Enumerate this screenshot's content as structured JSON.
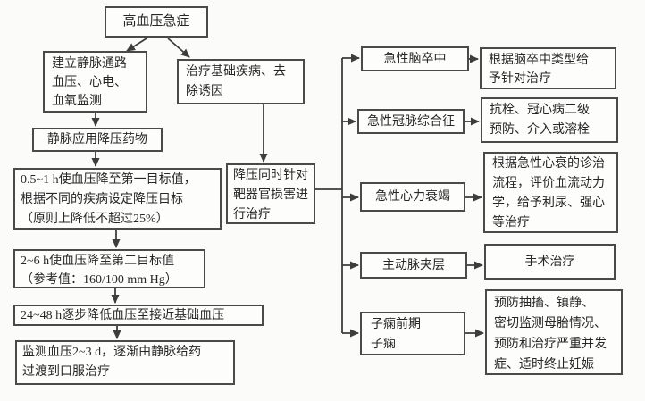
{
  "diagram": {
    "palette": {
      "background": "#fbfbfa",
      "box_border": "#4a4a4a",
      "text": "#272727",
      "line": "#3d3d3d"
    },
    "nodes": {
      "root": {
        "label": "高血压急症"
      },
      "iv_access": {
        "label": "建立静脉通路\n血压、心电、\n血氧监测"
      },
      "treat_underlying": {
        "label": "治疗基础疾病、去\n除诱因"
      },
      "iv_drugs": {
        "label": "静脉应用降压药物"
      },
      "first_target": {
        "label": "0.5~1 h使血压降至第一目标值，\n根据不同的疾病设定降压目标\n（原则上降低不超过25%）"
      },
      "second_target": {
        "label": "2~6 h使血压降至第二目标值\n（参考值：160/100 mm Hg）"
      },
      "stepdown_24_48h": {
        "label": "24~48 h逐步降低血压至接近基础血压"
      },
      "monitor": {
        "label": "监测血压2~3 d，逐渐由静脉给药\n过渡到口服治疗"
      },
      "organ_damage": {
        "label": "降压同时针对\n靶器官损害进\n行治疗"
      },
      "stroke": {
        "label": "急性脑卒中"
      },
      "stroke_tx": {
        "label": "根据脑卒中类型给\n予针对治疗"
      },
      "acs": {
        "label": "急性冠脉综合征"
      },
      "acs_tx": {
        "label": "抗栓、冠心病二级\n预防、介入或溶栓"
      },
      "ahf": {
        "label": "急性心力衰竭"
      },
      "ahf_tx": {
        "label": "根据急性心衰的诊治\n流程，评价血流动力\n学，给予利尿、强心\n等治疗"
      },
      "aortic_dissection": {
        "label": "主动脉夹层"
      },
      "aortic_tx": {
        "label": "手术治疗"
      },
      "eclampsia": {
        "label": "子痫前期\n子痫"
      },
      "eclampsia_tx": {
        "label": "预防抽搐、镇静、\n密切监测母胎情况、\n预防和治疗严重并发\n症、适时终止妊娠"
      }
    },
    "edges": [
      {
        "from": "root",
        "to": "iv_access",
        "points": [
          164,
          43,
          142,
          57
        ],
        "arrow": true
      },
      {
        "from": "root",
        "to": "treat_underlying",
        "points": [
          188,
          43,
          212,
          64
        ],
        "arrow": true
      },
      {
        "from": "iv_access",
        "to": "iv_drugs",
        "points": [
          107,
          126,
          107,
          141
        ],
        "arrow": true
      },
      {
        "from": "iv_drugs",
        "to": "first_target",
        "points": [
          107,
          170,
          107,
          186
        ],
        "arrow": true
      },
      {
        "from": "first_target",
        "to": "second_target",
        "points": [
          130,
          257,
          130,
          277
        ],
        "arrow": true
      },
      {
        "from": "second_target",
        "to": "stepdown_24_48h",
        "points": [
          129,
          323,
          129,
          339
        ],
        "arrow": true
      },
      {
        "from": "stepdown_24_48h",
        "to": "monitor",
        "points": [
          131,
          365,
          131,
          379
        ],
        "arrow": true
      },
      {
        "from": "treat_underlying",
        "to": "organ_damage",
        "points": [
          295,
          117,
          295,
          181
        ],
        "arrow": true
      },
      {
        "from": "organ_damage",
        "to": "trunk",
        "points": [
          353,
          212,
          383,
          212
        ],
        "arrow": false
      },
      {
        "from": "trunk",
        "to": "trunk",
        "points": [
          383,
          65,
          383,
          373
        ],
        "arrow": false
      },
      {
        "from": "trunk",
        "to": "stroke",
        "points": [
          383,
          65,
          402,
          65
        ],
        "arrow": true
      },
      {
        "from": "trunk",
        "to": "acs",
        "points": [
          383,
          136,
          398,
          136
        ],
        "arrow": true
      },
      {
        "from": "trunk",
        "to": "ahf",
        "points": [
          383,
          221,
          401,
          221
        ],
        "arrow": true
      },
      {
        "from": "trunk",
        "to": "aortic_dissection",
        "points": [
          383,
          297,
          401,
          297
        ],
        "arrow": true
      },
      {
        "from": "trunk",
        "to": "eclampsia",
        "points": [
          383,
          373,
          401,
          373
        ],
        "arrow": true
      },
      {
        "from": "stroke",
        "to": "stroke_tx",
        "points": [
          525,
          66,
          535,
          66
        ],
        "arrow": true
      },
      {
        "from": "acs",
        "to": "acs_tx",
        "points": [
          520,
          136,
          536,
          136
        ],
        "arrow": true
      },
      {
        "from": "ahf",
        "to": "ahf_tx",
        "points": [
          521,
          221,
          539,
          221
        ],
        "arrow": true
      },
      {
        "from": "aortic_dissection",
        "to": "aortic_tx",
        "points": [
          523,
          297,
          540,
          297
        ],
        "arrow": true
      },
      {
        "from": "eclampsia",
        "to": "eclampsia_tx",
        "points": [
          521,
          373,
          541,
          373
        ],
        "arrow": true
      }
    ]
  }
}
